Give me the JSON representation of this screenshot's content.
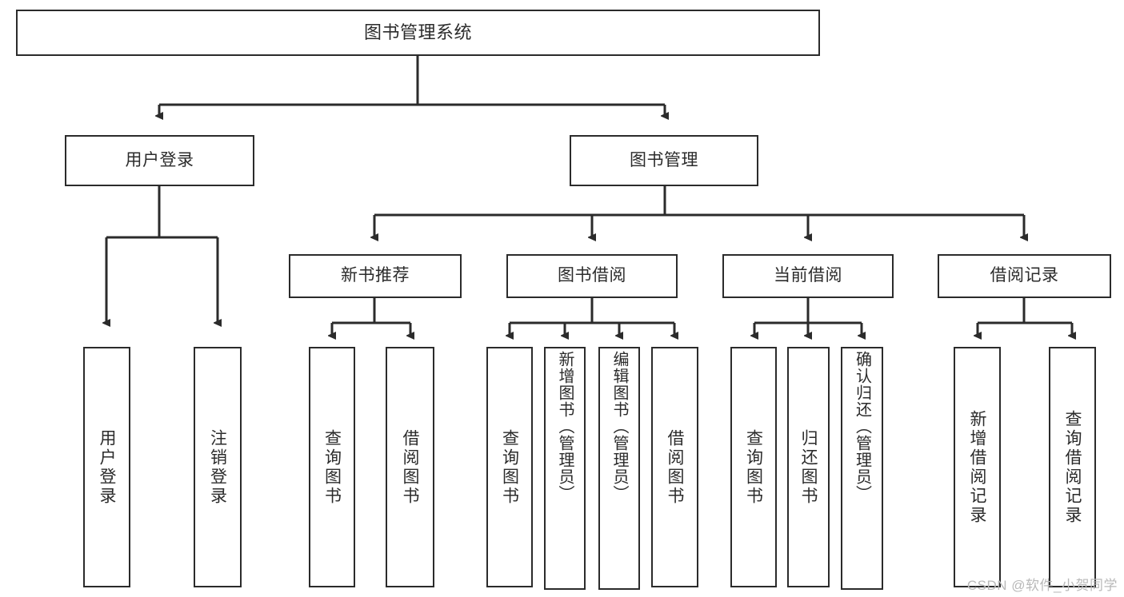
{
  "diagram": {
    "title": "图书管理系统",
    "type": "tree",
    "style": {
      "box_border_color": "#2b2b2b",
      "box_fill_color": "#ffffff",
      "edge_color": "#2b2b2b",
      "text_color": "#2b2b2b",
      "background": "#ffffff"
    },
    "nodes": {
      "root": {
        "label": "图书管理系统"
      },
      "level2": [
        {
          "id": "user-login",
          "label": "用户登录"
        },
        {
          "id": "book-manage",
          "label": "图书管理"
        }
      ],
      "level3": [
        {
          "id": "new-book-recommend",
          "label": "新书推荐"
        },
        {
          "id": "book-borrow",
          "label": "图书借阅"
        },
        {
          "id": "current-borrow",
          "label": "当前借阅"
        },
        {
          "id": "borrow-record",
          "label": "借阅记录"
        }
      ],
      "leaves": {
        "user-login": [
          {
            "id": "leaf-user-login",
            "label": "用户登录"
          },
          {
            "id": "leaf-logout",
            "label": "注销登录"
          }
        ],
        "new-book-recommend": [
          {
            "id": "leaf-query-book-1",
            "label": "查询图书"
          },
          {
            "id": "leaf-borrow-book-1",
            "label": "借阅图书"
          }
        ],
        "book-borrow": [
          {
            "id": "leaf-query-book-2",
            "label": "查询图书"
          },
          {
            "id": "leaf-add-book",
            "label": "新增图书（管理员）"
          },
          {
            "id": "leaf-edit-book",
            "label": "编辑图书（管理员）"
          },
          {
            "id": "leaf-borrow-book-2",
            "label": "借阅图书"
          }
        ],
        "current-borrow": [
          {
            "id": "leaf-query-book-3",
            "label": "查询图书"
          },
          {
            "id": "leaf-return-book",
            "label": "归还图书"
          },
          {
            "id": "leaf-confirm-return",
            "label": "确认归还（管理员）"
          }
        ],
        "borrow-record": [
          {
            "id": "leaf-add-record",
            "label": "新增借阅记录"
          },
          {
            "id": "leaf-query-record",
            "label": "查询借阅记录"
          }
        ]
      }
    }
  },
  "watermark": {
    "text": "CSDN @软件_小贺同学"
  }
}
